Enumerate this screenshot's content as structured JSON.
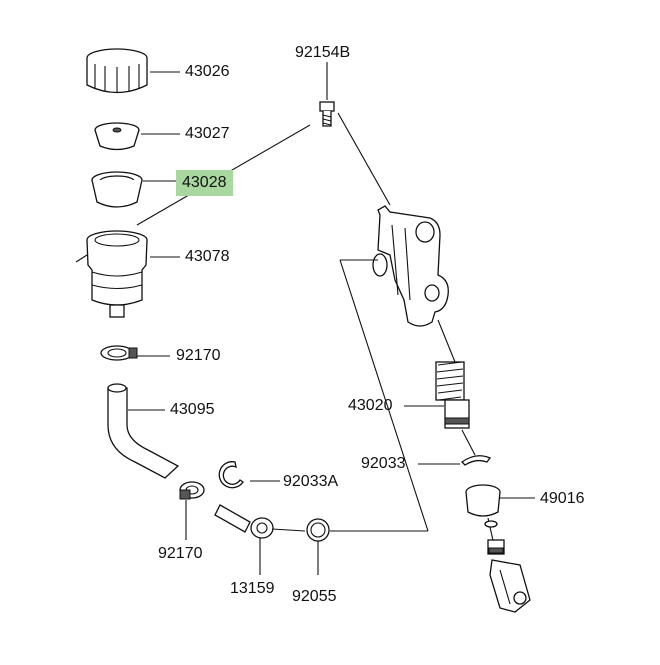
{
  "labels": {
    "l43026": "43026",
    "l43027": "43027",
    "l43028": "43028",
    "l43078": "43078",
    "l92170a": "92170",
    "l43095": "43095",
    "l92170b": "92170",
    "l92154b": "92154B",
    "l43020": "43020",
    "l92033": "92033",
    "l92033a": "92033A",
    "l49016": "49016",
    "l13159": "13159",
    "l92055": "92055"
  },
  "highlight_color": "#a8d8a0"
}
